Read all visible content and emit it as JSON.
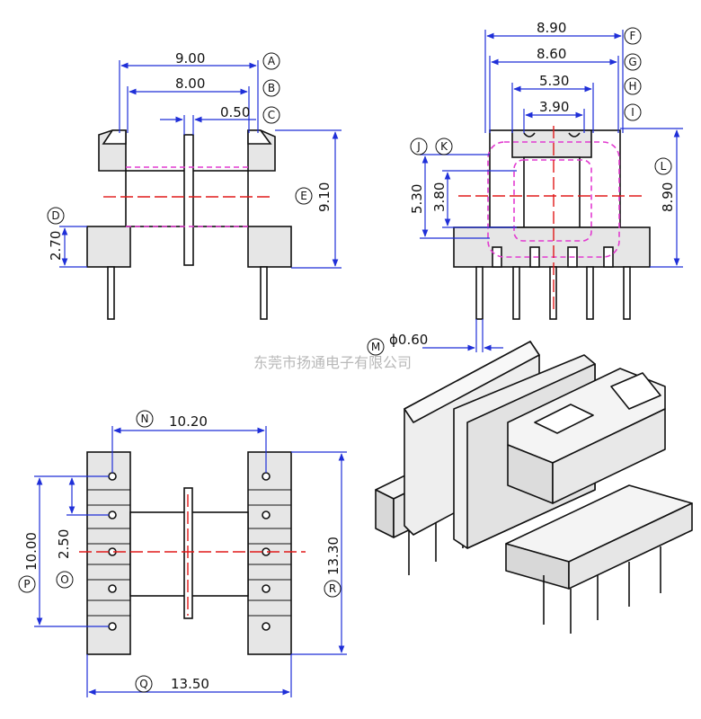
{
  "watermark": "东莞市扬通电子有限公司",
  "views": {
    "front": {
      "dims": {
        "overall_width": "9.00",
        "inner_width": "8.00",
        "flange": "0.50",
        "height": "9.10",
        "base_height": "2.70"
      },
      "labels": {
        "a": "A",
        "b": "B",
        "c": "C",
        "d": "D",
        "e": "E"
      }
    },
    "side": {
      "dims": {
        "w1": "8.90",
        "w2": "8.60",
        "w3": "5.30",
        "w4": "3.90",
        "h1": "5.30",
        "h2": "3.80",
        "h3": "8.90"
      },
      "labels": {
        "f": "F",
        "g": "G",
        "h": "H",
        "i": "I",
        "j": "J",
        "k": "K",
        "l": "L"
      }
    },
    "pin": {
      "dia": "ϕ0.60",
      "label": "M"
    },
    "bottom": {
      "dims": {
        "pin_span": "10.20",
        "pitch": "2.50",
        "pin_row": "10.00",
        "overall_len": "13.30",
        "overall_w": "13.50"
      },
      "labels": {
        "n": "N",
        "o": "O",
        "p": "P",
        "q": "Q",
        "r": "R"
      }
    }
  },
  "colors": {
    "outline": "#111111",
    "dimension": "#1f2fd8",
    "centerline": "#e01a1a",
    "core": "#e23bd0"
  }
}
